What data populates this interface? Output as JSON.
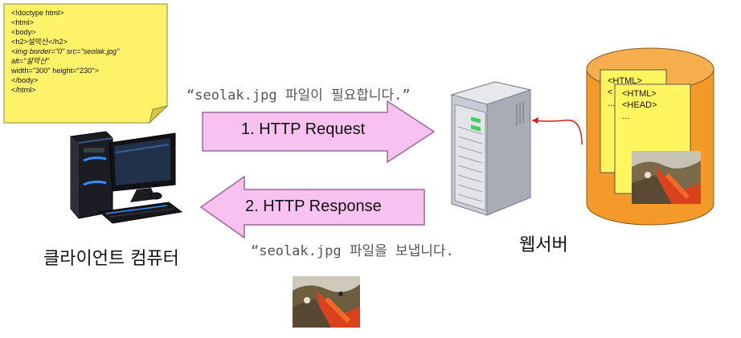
{
  "html_note": {
    "lines": [
      "<!doctype html>",
      "<html>",
      "<body>",
      "<h2>설악산</h2>",
      "<img border=\"0\" src=\"seolak.jpg\"",
      "alt=\"설악산\"",
      "width=\"300\" height=\"230\">",
      "</body>",
      "</html>"
    ]
  },
  "request": {
    "label": "1. HTTP Request",
    "quote": "“seolak.jpg 파일이 필요합니다.”"
  },
  "response": {
    "label": "2. HTTP Response",
    "quote": "“seolak.jpg 파일을 보냅니다."
  },
  "client_label": "클라이언트 컴퓨터",
  "server_label": "웹서버",
  "storage_docs": {
    "back_lines": [
      "<HTML>",
      "<",
      "..."
    ],
    "front_lines": [
      "<HTML>",
      "<HEAD>",
      "..."
    ]
  },
  "colors": {
    "arrow_fill": "#f7c1f0",
    "arrow_stroke": "#9a6a98",
    "note_fill": "#fff36a",
    "cylinder_fill": "#f39a2a",
    "doc_fill": "#fff55e",
    "link_arrow": "#d42020"
  }
}
